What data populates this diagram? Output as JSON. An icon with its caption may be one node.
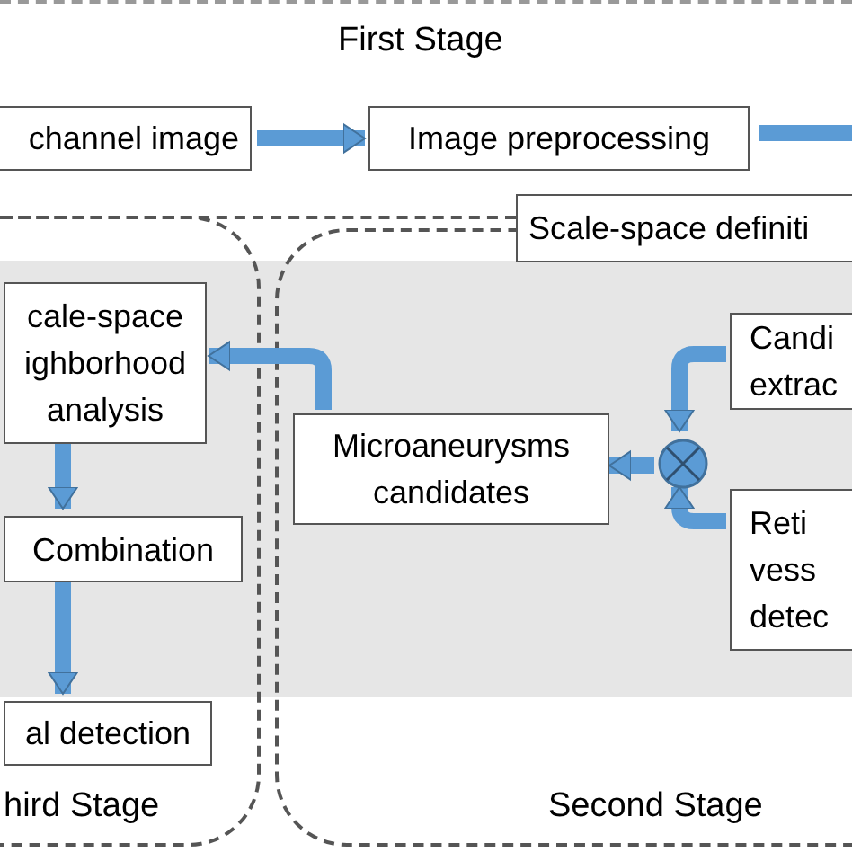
{
  "diagram": {
    "nodes": [
      {
        "text": [
          "channel image"
        ]
      },
      {
        "text": [
          "Image preprocessing"
        ]
      },
      {
        "text": [
          "Scale-space definiti"
        ]
      },
      {
        "text": [
          "hird Stage"
        ]
      },
      {
        "text": [
          "cale-space ighborhood analysis"
        ],
        "in": 3
      },
      {
        "text": [
          "Combination"
        ],
        "in": 3
      },
      {
        "text": [
          "al detection"
        ],
        "in": 3
      },
      {
        "text": [
          "Second Stage"
        ]
      },
      {
        "text": [
          "Candi extrac"
        ],
        "in": 7
      },
      {
        "text": [
          "Microaneurysms candidates"
        ],
        "in": 7
      },
      {
        "text": [],
        "shape": "circle",
        "in": 7
      },
      {
        "text": [
          "Reti vess detec"
        ],
        "in": 7
      }
    ],
    "edges": [
      {
        "from": 0,
        "to": 1,
        "arrow": "to"
      },
      {
        "from": 1,
        "to": null,
        "arrow": "none"
      },
      {
        "from": 8,
        "to": 10,
        "arrow": "to"
      },
      {
        "from": 11,
        "to": 10,
        "arrow": "to"
      },
      {
        "from": 10,
        "to": 9,
        "arrow": "to"
      },
      {
        "from": 9,
        "to": 4,
        "arrow": "to"
      },
      {
        "from": 4,
        "to": 5,
        "arrow": "to"
      },
      {
        "from": 5,
        "to": 6,
        "arrow": "to"
      }
    ],
    "labels": [
      "First Stage"
    ]
  }
}
